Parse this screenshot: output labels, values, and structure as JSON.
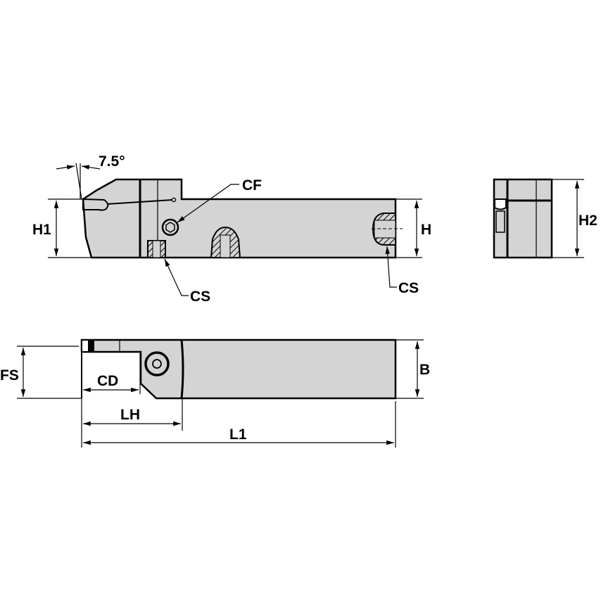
{
  "drawing": {
    "title": "Grooving tool holder technical drawing",
    "colors": {
      "body_fill": "#d4d4d4",
      "line": "#000000",
      "background": "#ffffff"
    },
    "side_view": {
      "angle_label": "7.5°",
      "labels": {
        "h1": "H1",
        "h": "H",
        "cf": "CF",
        "cs_left": "CS",
        "cs_right": "CS"
      }
    },
    "end_view": {
      "labels": {
        "h2": "H2"
      }
    },
    "top_view": {
      "labels": {
        "fs": "FS",
        "cd": "CD",
        "lh": "LH",
        "l1": "L1",
        "b": "B"
      }
    }
  }
}
